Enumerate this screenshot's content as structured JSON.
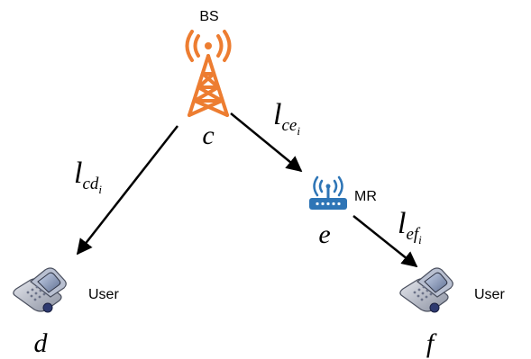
{
  "nodes": {
    "bs": {
      "tag": "BS",
      "symbol": "c",
      "icon": "cell-tower-icon",
      "color": "#ED7D31"
    },
    "mr": {
      "tag": "MR",
      "symbol": "e",
      "icon": "wireless-router-icon",
      "color": "#2E75B6"
    },
    "user_d": {
      "tag": "User",
      "symbol": "d",
      "icon": "mobile-phone-icon"
    },
    "user_f": {
      "tag": "User",
      "symbol": "f",
      "icon": "mobile-phone-icon"
    }
  },
  "links": {
    "cd": {
      "base": "l",
      "sub": "cd",
      "subsub": "i"
    },
    "ce": {
      "base": "l",
      "sub": "ce",
      "subsub": "i"
    },
    "ef": {
      "base": "l",
      "sub": "ef",
      "subsub": "i"
    }
  }
}
